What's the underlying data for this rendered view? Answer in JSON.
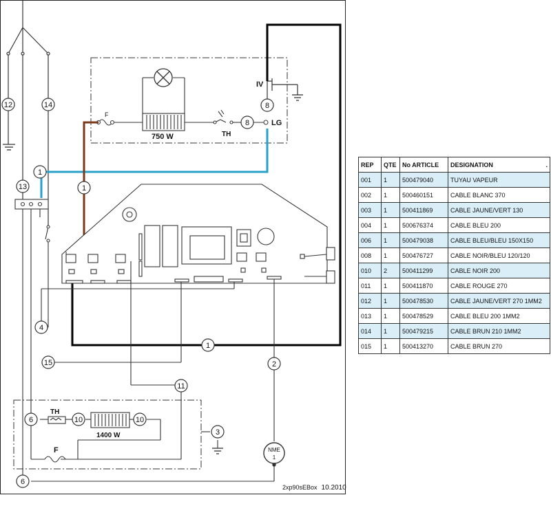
{
  "labels": {
    "lamp_heater_power": "750 W",
    "lamp_thermostat": "TH",
    "lamp_fuse": "F",
    "pump_switch": "IV",
    "ground_link": "LG",
    "boiler_thermostat": "TH",
    "boiler_heater_power": "1400 W",
    "boiler_fuse": "F",
    "pump_motor_line1": "NME",
    "pump_motor_line2": "1"
  },
  "markers": {
    "m12": "12",
    "m14": "14",
    "m13": "13",
    "m1_cyan": "1",
    "m1_brown": "1",
    "m4": "4",
    "m15": "15",
    "m6a": "6",
    "m6b": "6",
    "m1_black": "1",
    "m2": "2",
    "m11": "11",
    "m10a": "10",
    "m10b": "10",
    "m3": "3",
    "m8a": "8",
    "m8b": "8"
  },
  "caption": {
    "code": "2xp90sEBox",
    "date": "10.2010"
  },
  "colors": {
    "brown": "#7a3a1a",
    "cyan": "#29a0c8",
    "black": "#000000",
    "row_highlight": "#daeef8"
  },
  "table": {
    "headers": [
      "REP",
      "QTE",
      "No ARTICLE",
      "DESIGNATION"
    ],
    "header_mark": ".",
    "rows": [
      [
        "001",
        "1",
        "500479040",
        "TUYAU VAPEUR"
      ],
      [
        "002",
        "1",
        "500460151",
        "CABLE BLANC 370"
      ],
      [
        "003",
        "1",
        "500411869",
        "CABLE JAUNE/VERT 130"
      ],
      [
        "004",
        "1",
        "500676374",
        "CABLE BLEU 200"
      ],
      [
        "006",
        "1",
        "500479038",
        "CABLE BLEU/BLEU 150X150"
      ],
      [
        "008",
        "1",
        "500476727",
        "CABLE NOIR/BLEU 120/120"
      ],
      [
        "010",
        "2",
        "500411299",
        "CABLE NOIR 200"
      ],
      [
        "011",
        "1",
        "500411870",
        "CABLE ROUGE 270"
      ],
      [
        "012",
        "1",
        "500478530",
        "CABLE JAUNE/VERT 270 1MM2"
      ],
      [
        "013",
        "1",
        "500478529",
        "CABLE BLEU 200 1MM2"
      ],
      [
        "014",
        "1",
        "500479215",
        "CABLE BRUN 210 1MM2"
      ],
      [
        "015",
        "1",
        "500413270",
        "CABLE BRUN 270"
      ]
    ]
  }
}
